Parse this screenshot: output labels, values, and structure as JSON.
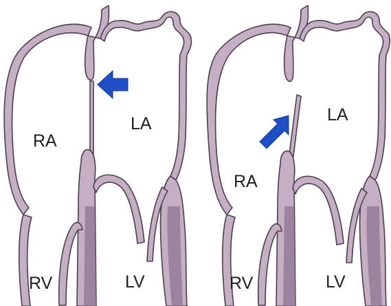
{
  "colors": {
    "tissue_fill": "#c4afc3",
    "tissue_stroke": "#4a3f4e",
    "shade": "#8f7591",
    "arrow": "#1f4fc4",
    "background": "#ffffff",
    "text": "#1e1e22"
  },
  "panels": [
    {
      "labels": {
        "ra": "RA",
        "la": "LA",
        "rv": "RV",
        "lv": "LV"
      },
      "arrow_icon": "arrow-left-icon"
    },
    {
      "labels": {
        "ra": "RA",
        "la": "LA",
        "rv": "RV",
        "lv": "LV"
      },
      "arrow_icon": "arrow-up-right-icon"
    }
  ]
}
